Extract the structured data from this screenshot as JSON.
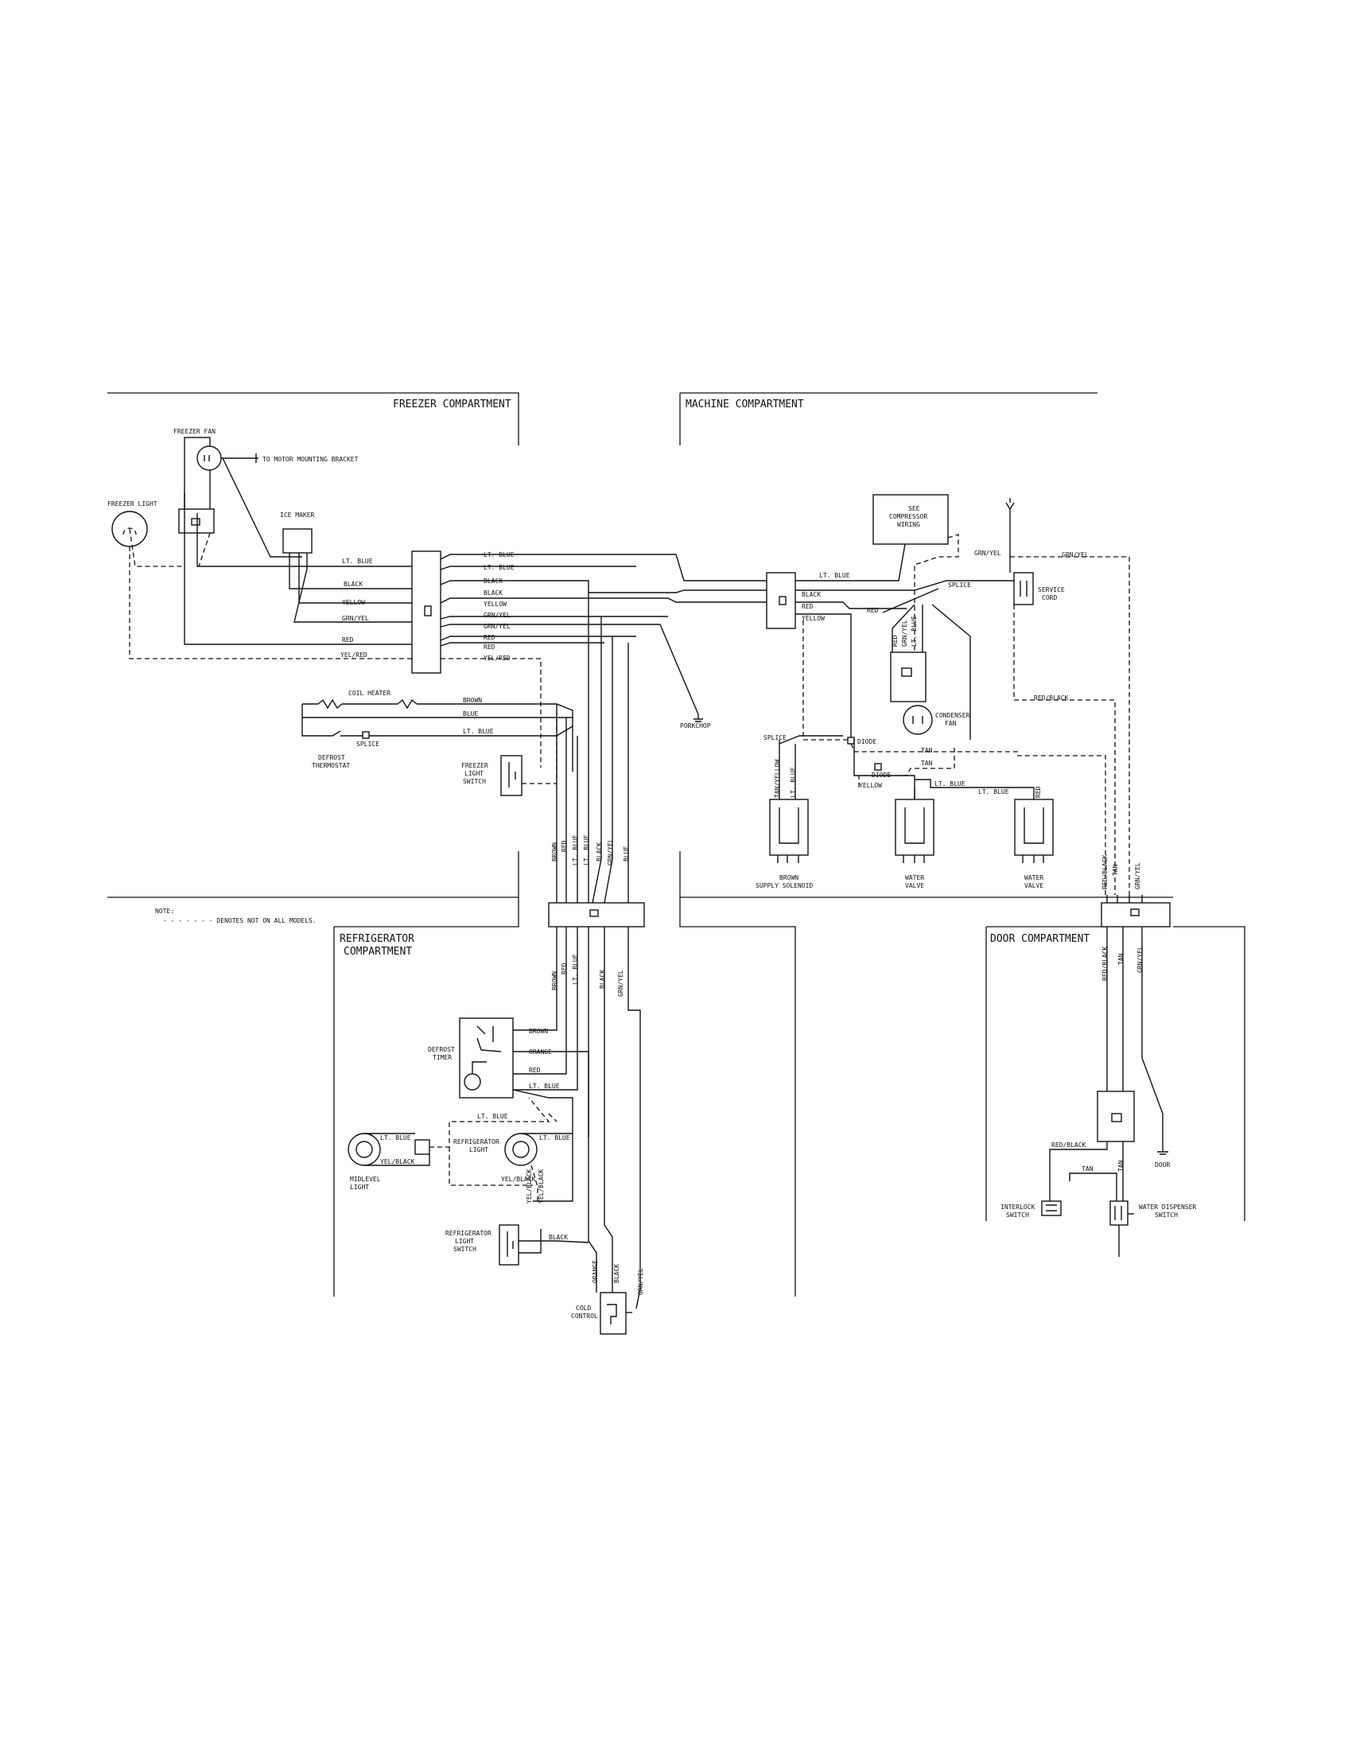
{
  "sections": {
    "freezer": "FREEZER COMPARTMENT",
    "machine": "MACHINE COMPARTMENT",
    "refrigerator_line1": "REFRIGERATOR",
    "refrigerator_line2": "COMPARTMENT",
    "door": "DOOR COMPARTMENT"
  },
  "note": {
    "title": "NOTE:",
    "text": "- - - - - - - DENOTES NOT ON ALL MODELS."
  },
  "components": {
    "freezer_fan": "FREEZER FAN",
    "motor_bracket": "TO MOTOR MOUNTING BRACKET",
    "freezer_light": "FREEZER LIGHT",
    "ice_maker": "ICE MAKER",
    "porkchop": "PORKCHOP",
    "coil_heater": "COIL HEATER",
    "splice": "SPLICE",
    "defrost_thermostat_1": "DEFROST",
    "defrost_thermostat_2": "THERMOSTAT",
    "freezer_light_switch_1": "FREEZER",
    "freezer_light_switch_2": "LIGHT",
    "freezer_light_switch_3": "SWITCH",
    "see_compressor_1": "SEE",
    "see_compressor_2": "COMPRESSOR",
    "see_compressor_3": "WIRING",
    "service_cord_1": "SERVICE",
    "service_cord_2": "CORD",
    "condenser_fan_1": "CONDENSER",
    "condenser_fan_2": "FAN",
    "diode": "DIODE",
    "supply_solenoid_1": "BROWN",
    "supply_solenoid_2": "SUPPLY SOLENOID",
    "water_valve_1": "WATER",
    "water_valve_2": "VALVE",
    "defrost_timer_1": "DEFROST",
    "defrost_timer_2": "TIMER",
    "midlevel_light_1": "MIDLEVEL",
    "midlevel_light_2": "LIGHT",
    "refrigerator_light_1": "REFRIGERATOR",
    "refrigerator_light_2": "LIGHT",
    "refrigerator_light_switch_1": "REFRIGERATOR",
    "refrigerator_light_switch_2": "LIGHT",
    "refrigerator_light_switch_3": "SWITCH",
    "cold_control_1": "COLD",
    "cold_control_2": "CONTROL",
    "interlock_switch_1": "INTERLOCK",
    "interlock_switch_2": "SWITCH",
    "water_dispenser_switch_1": "WATER DISPENSER",
    "water_dispenser_switch_2": "SWITCH",
    "door": "DOOR"
  },
  "wires": {
    "lt_blue": "LT. BLUE",
    "black": "BLACK",
    "yellow": "YELLOW",
    "grn_yel": "GRN/YEL",
    "red": "RED",
    "yel_red": "YEL/RED",
    "brown": "BROWN",
    "blue": "BLUE",
    "orange": "ORANGE",
    "tan": "TAN",
    "tan_yellow": "TAN/YELLOW",
    "red_black": "RED/BLACK",
    "yel_black": "YEL/BLACK",
    "lt_blue_2": "LT. BLUE"
  }
}
